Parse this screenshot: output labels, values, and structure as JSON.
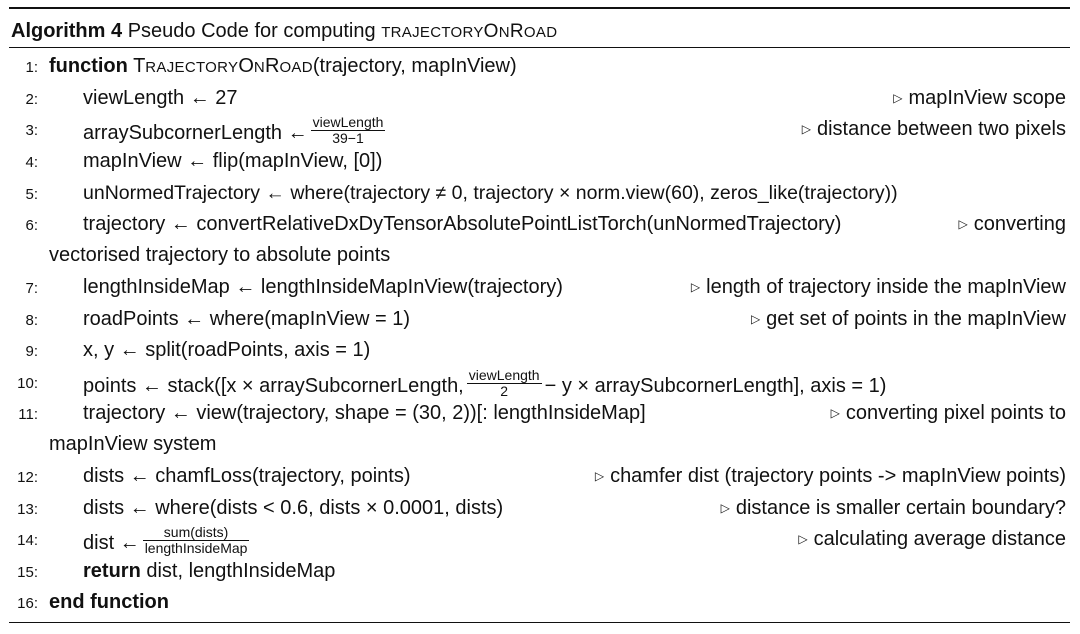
{
  "caption": {
    "label": "Algorithm 4",
    "text": "Pseudo Code for computing",
    "name": "TRAJECTORYONROAD"
  },
  "lines": {
    "l1": {
      "num": "1:",
      "kw": "function",
      "fn": "TRAJECTORYONROAD",
      "args": "(trajectory, mapInView)"
    },
    "l2": {
      "num": "2:",
      "code": "viewLength ← 27",
      "comment": "mapInView scope"
    },
    "l3": {
      "num": "3:",
      "pre": "arraySubcornerLength ←",
      "frac_num": "viewLength",
      "frac_den": "39−1",
      "comment": "distance between two pixels"
    },
    "l4": {
      "num": "4:",
      "code": "mapInView ← flip(mapInView, [0])"
    },
    "l5": {
      "num": "5:",
      "code": "unNormedTrajectory ← where(trajectory ≠ 0, trajectory × norm.view(60), zeros_like(trajectory))"
    },
    "l6": {
      "num": "6:",
      "code": "trajectory ← convertRelativeDxDyTensorAbsolutePointListTorch(unNormedTrajectory)",
      "comment": "converting",
      "cont": "vectorised trajectory to absolute points"
    },
    "l7": {
      "num": "7:",
      "code": "lengthInsideMap ← lengthInsideMapInView(trajectory)",
      "comment": "length of trajectory inside the mapInView"
    },
    "l8": {
      "num": "8:",
      "code": "roadPoints ← where(mapInView = 1)",
      "comment": "get set of points in the mapInView"
    },
    "l9": {
      "num": "9:",
      "code": "x, y ← split(roadPoints, axis = 1)"
    },
    "l10": {
      "num": "10:",
      "pre": "points ← stack([x × arraySubcornerLength,",
      "frac_num": "viewLength",
      "frac_den": "2",
      "post": "− y × arraySubcornerLength], axis = 1)"
    },
    "l11": {
      "num": "11:",
      "code": "trajectory ← view(trajectory, shape = (30, 2))[: lengthInsideMap]",
      "comment": "converting pixel points to",
      "cont": "mapInView system"
    },
    "l12": {
      "num": "12:",
      "code": "dists ← chamfLoss(trajectory, points)",
      "comment": "chamfer dist (trajectory points -> mapInView points)"
    },
    "l13": {
      "num": "13:",
      "code": "dists ← where(dists < 0.6, dists × 0.0001, dists)",
      "comment": "distance is smaller certain boundary?"
    },
    "l14": {
      "num": "14:",
      "pre": "dist ←",
      "frac_num": "sum(dists)",
      "frac_den": "lengthInsideMap",
      "comment": "calculating average distance"
    },
    "l15": {
      "num": "15:",
      "kw": "return",
      "code": "dist, lengthInsideMap"
    },
    "l16": {
      "num": "16:",
      "kw": "end function"
    }
  },
  "comment_marker": "▷"
}
